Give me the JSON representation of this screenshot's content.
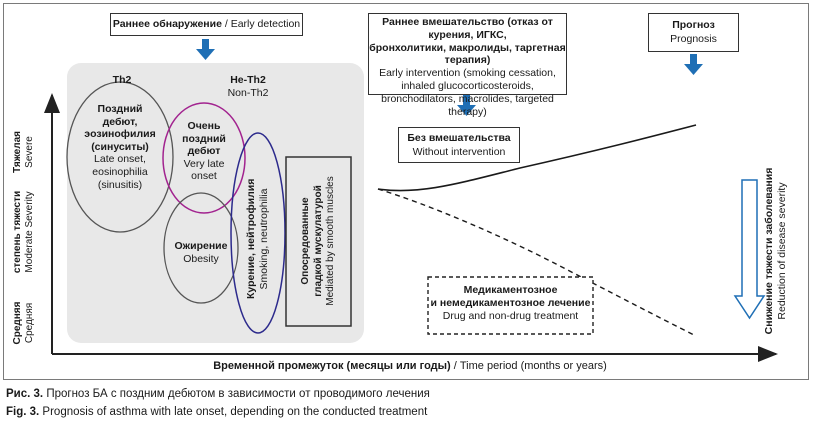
{
  "boxes": {
    "early_detection": {
      "bold": "Раннее обнаружение",
      "normal": " / Early detection"
    },
    "early_intervention": {
      "ru1": "Раннее вмешательство (отказ от курения, ИГКС,",
      "ru2": "бронхолитики, макролиды, таргетная терапия)",
      "en1": "Early intervention (smoking cessation,",
      "en2": "inhaled glucocorticosteroids,",
      "en3": "bronchodilators, macrolides, targeted therapy)"
    },
    "prognosis": {
      "ru": "Прогноз",
      "en": "Prognosis"
    },
    "without_intervention": {
      "ru": "Без вмешательства",
      "en": "Without intervention"
    },
    "drug_treatment": {
      "ru1": "Медикаментозное",
      "ru2": "и немедикаментозное лечение",
      "en": "Drug and non-drug treatment"
    },
    "smooth_muscle": {
      "ru1": "Опосредованные",
      "ru2": "гладкой мускулатурой",
      "en": "Mediated by smooth muscles"
    }
  },
  "groups": {
    "th2": "Th2",
    "non_th2_ru": "Не-Th2",
    "non_th2_en": "Non-Th2"
  },
  "phenotypes": {
    "late_onset": {
      "ru1": "Поздний",
      "ru2": "дебют,",
      "ru3": "эозинофилия",
      "ru4": "(синуситы)",
      "en1": "Late onset,",
      "en2": "eosinophilia",
      "en3": "(sinusitis)"
    },
    "very_late": {
      "ru1": "Очень",
      "ru2": "поздний",
      "ru3": "дебют",
      "en1": "Very late",
      "en2": "onset"
    },
    "obesity": {
      "ru": "Ожирение",
      "en": "Obesity"
    },
    "smoking": {
      "ru": "Курение, нейтрофилия",
      "en": "Smoking, neutrophilia"
    }
  },
  "axes": {
    "x_label_bold": "Временной промежуток (месяцы или годы)",
    "x_label_normal": " / Time period (months or years)",
    "y_severe_ru": "Тяжелая",
    "y_severe_en": "Severe",
    "y_degree_ru": "степень тяжести",
    "y_degree_en": "Moderate Severity",
    "y_moderate_ru": "Средняя",
    "y_moderate_en": "Средняя",
    "right_ru": "Снижение тяжести заболевания",
    "right_en": "Reduction of disease severity"
  },
  "caption": {
    "ru_bold": "Рис. 3.",
    "ru_text": " Прогноз БА с поздним дебютом в зависимости от проводимого лечения",
    "en_bold": "Fig. 3.",
    "en_text": " Prognosis of asthma with late onset, depending on the conducted treatment"
  },
  "colors": {
    "arrow_blue": "#1f6fb5",
    "purple": "#a2238f",
    "dark_blue": "#2c2a8c",
    "panel_gray": "#e8e8e8",
    "ellipse_gray": "#555555"
  }
}
